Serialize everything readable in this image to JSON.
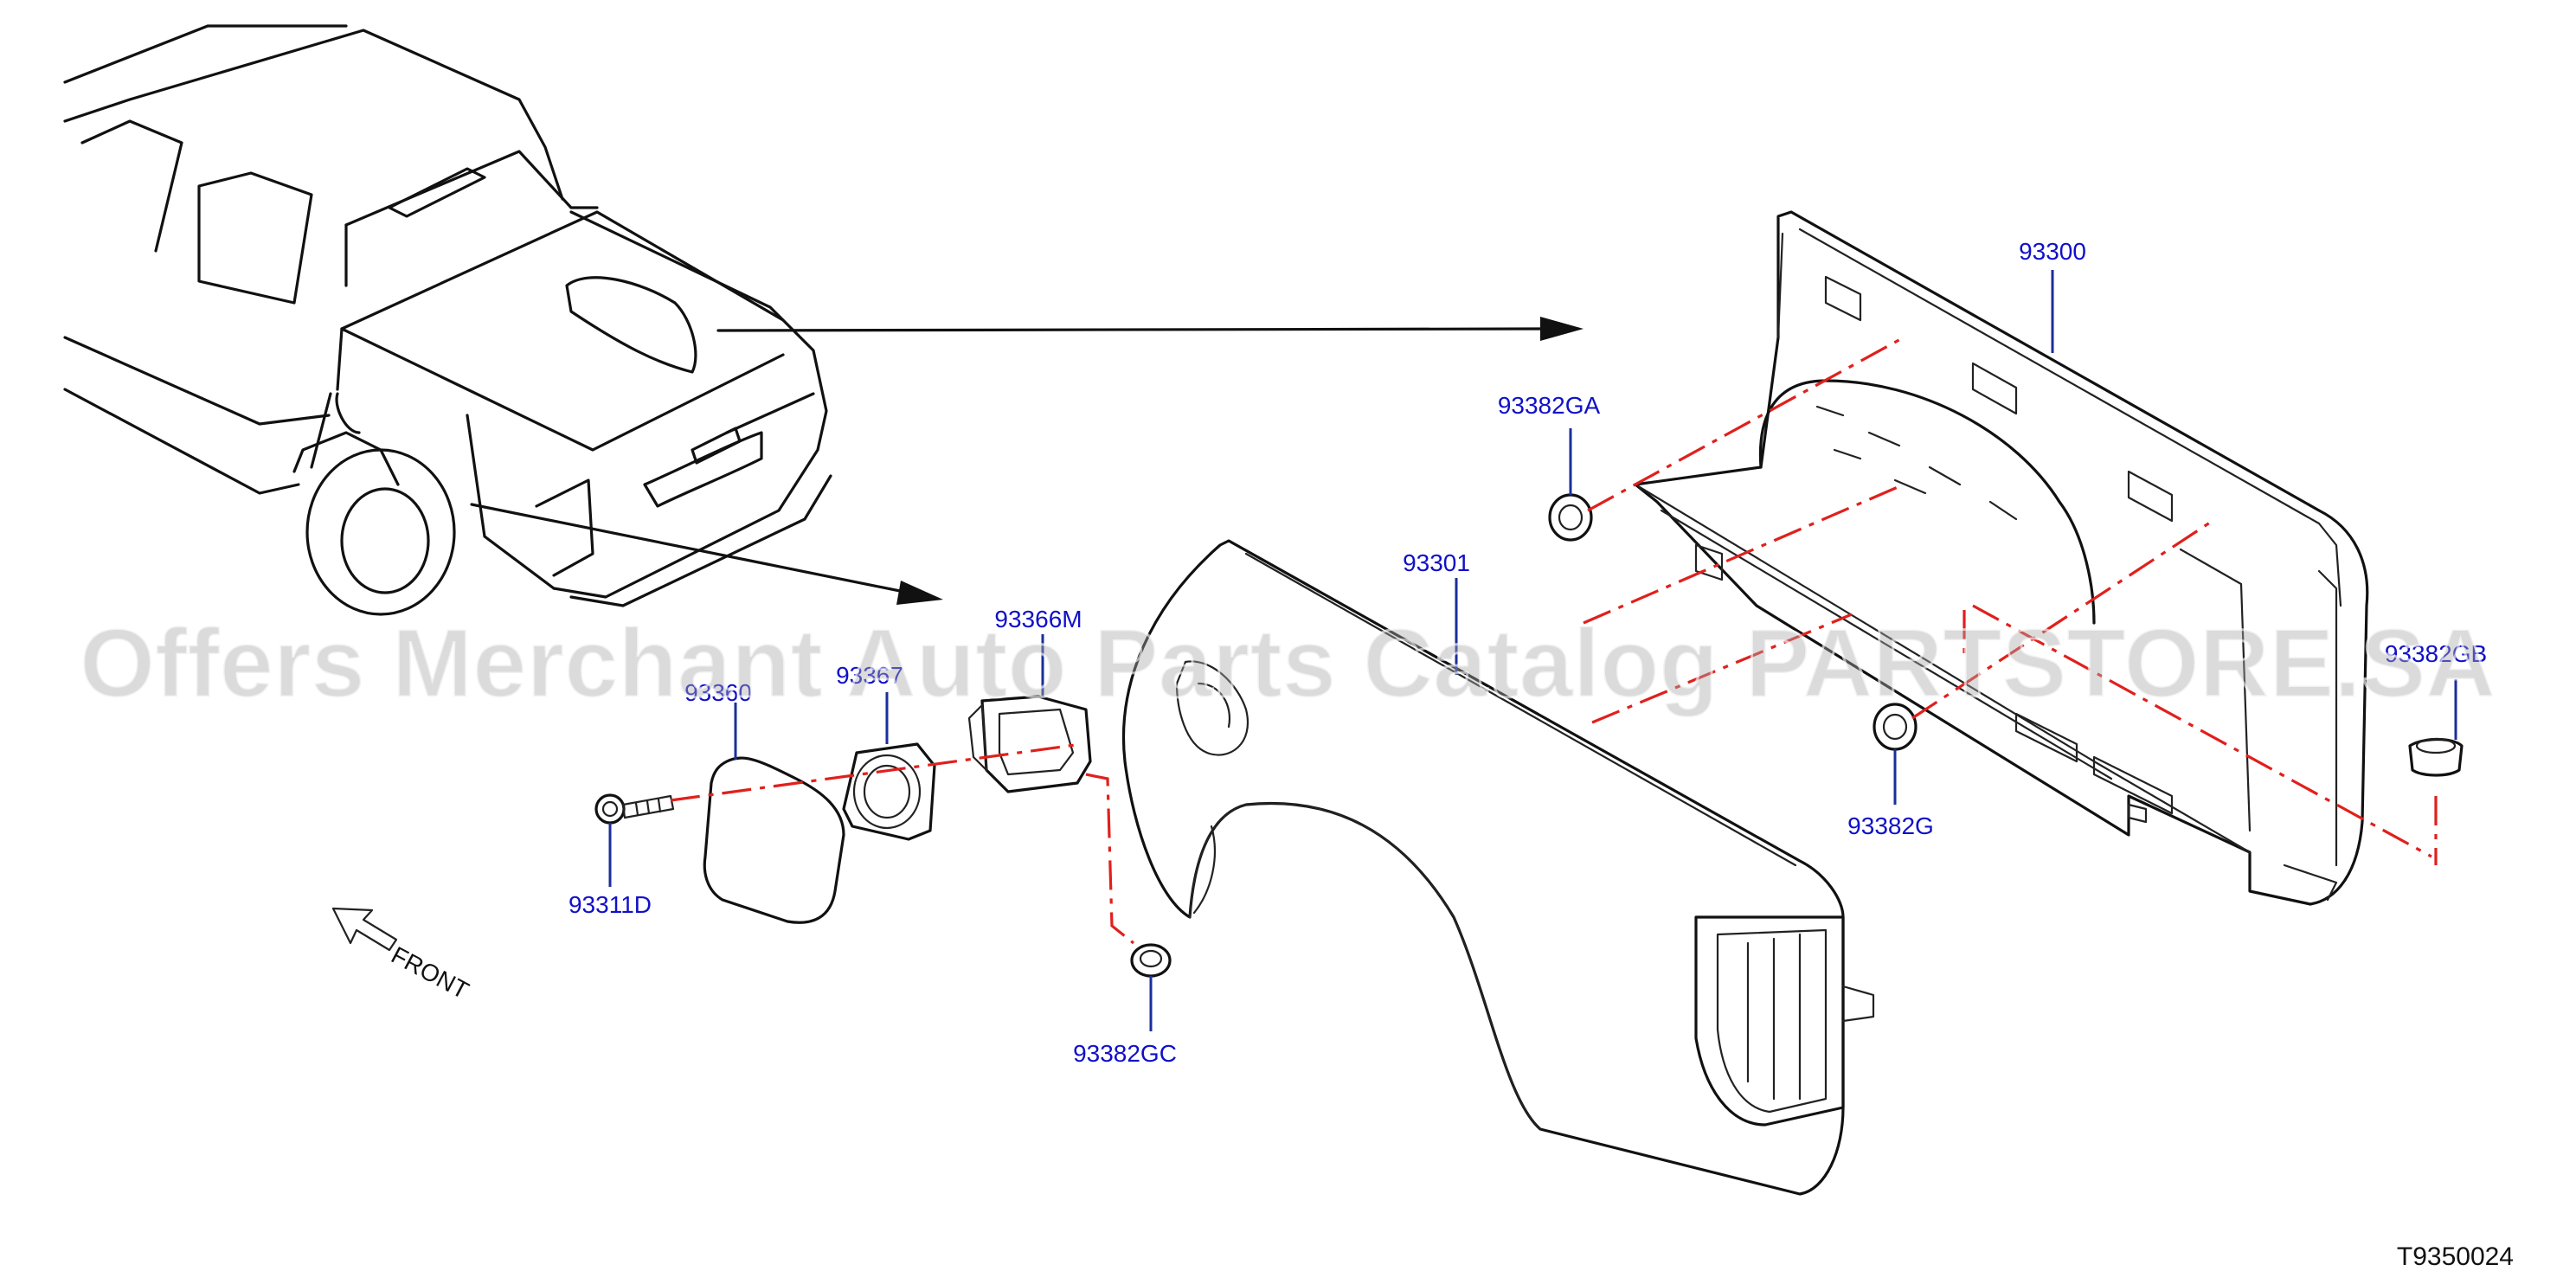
{
  "diagram": {
    "callouts": [
      {
        "id": "93300",
        "label": "93300"
      },
      {
        "id": "93301",
        "label": "93301"
      },
      {
        "id": "93382GA",
        "label": "93382GA"
      },
      {
        "id": "93382G",
        "label": "93382G"
      },
      {
        "id": "93382GB",
        "label": "93382GB"
      },
      {
        "id": "93382GC",
        "label": "93382GC"
      },
      {
        "id": "93366M",
        "label": "93366M"
      },
      {
        "id": "93367",
        "label": "93367"
      },
      {
        "id": "93360",
        "label": "93360"
      },
      {
        "id": "93311D",
        "label": "93311D"
      }
    ],
    "front_label": "FRONT",
    "drawing_code": "T9350024"
  },
  "watermark": "Offers Merchant Auto Parts Catalog PARTSTORE.SA",
  "colors": {
    "leader": "#1a2f9a",
    "label": "#1010c8",
    "centerline": "#e0201c",
    "line": "#111111"
  }
}
